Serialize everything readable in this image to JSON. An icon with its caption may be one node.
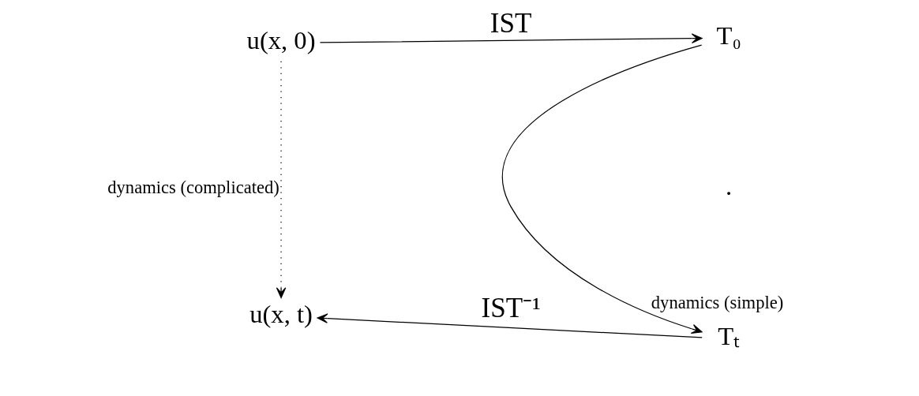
{
  "diagram": {
    "nodes": [
      {
        "text": [
          "u(x, 0)"
        ]
      },
      {
        "text": [
          "T₀"
        ]
      },
      {
        "text": [
          "Tₜ"
        ]
      },
      {
        "text": [
          "u(x, t)"
        ]
      }
    ],
    "edges": [
      {
        "from": 0,
        "to": 1,
        "arrow": "to",
        "label": "IST"
      },
      {
        "from": 1,
        "to": 2,
        "arrow": "to",
        "label": "dynamics (simple)"
      },
      {
        "from": 0,
        "to": 3,
        "arrow": "to",
        "style": "dashed",
        "label": "dynamics (complicated)"
      },
      {
        "from": 2,
        "to": 3,
        "arrow": "to",
        "label": "IST⁻¹"
      }
    ],
    "labels": [
      "."
    ]
  }
}
